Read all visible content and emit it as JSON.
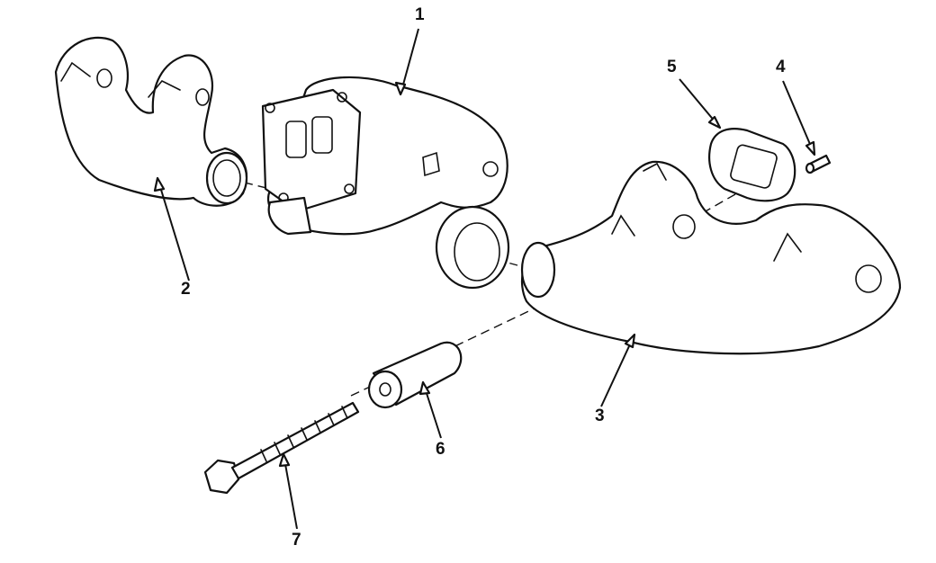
{
  "diagram": {
    "type": "exploded-view",
    "callouts": [
      {
        "id": "1",
        "label": "1"
      },
      {
        "id": "2",
        "label": "2"
      },
      {
        "id": "3",
        "label": "3"
      },
      {
        "id": "4",
        "label": "4"
      },
      {
        "id": "5",
        "label": "5"
      },
      {
        "id": "6",
        "label": "6"
      },
      {
        "id": "7",
        "label": "7"
      }
    ],
    "colors": {
      "line": "#111111",
      "background": "#ffffff"
    }
  }
}
